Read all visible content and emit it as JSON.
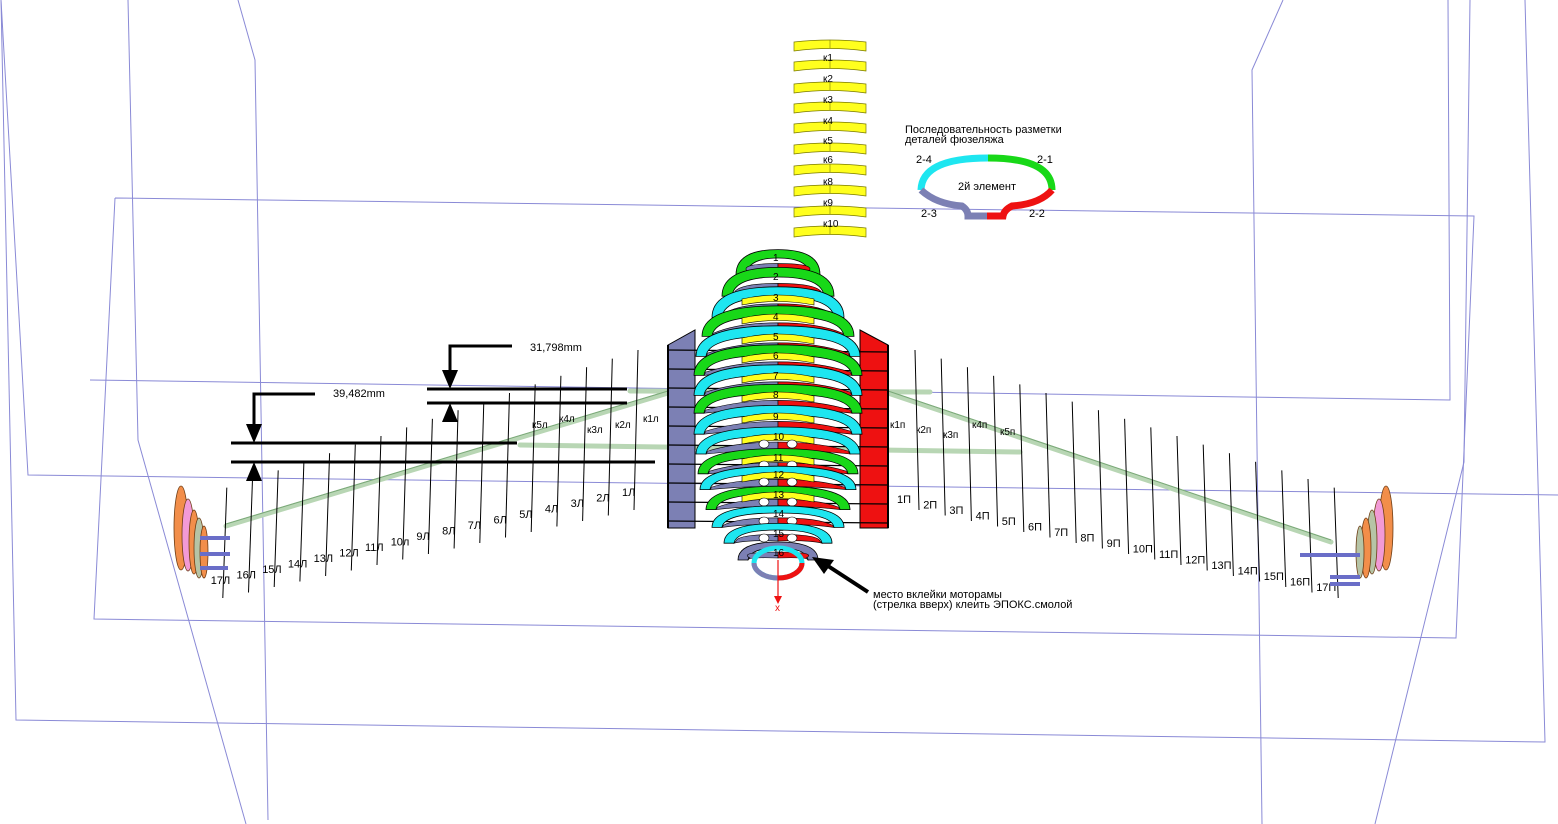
{
  "colors": {
    "green": "#18d818",
    "cyan": "#1ee6f0",
    "red": "#ee1111",
    "slate": "#7c80b4",
    "yellow": "#ffff1e",
    "rib": "#000000",
    "frame": "#8a8ad6",
    "rod": "#cfe6cc",
    "orange": "#f28e4a",
    "pink": "#f29ad6",
    "sage": "#b6c4a6"
  },
  "legend": {
    "title_line1": "Последовательность  разметки",
    "title_line2": "деталей фюзеляжа",
    "element_label": "2й элемент",
    "q1": "2-1",
    "q2": "2-2",
    "q3": "2-3",
    "q4": "2-4"
  },
  "keel_labels": [
    "к1",
    "к2",
    "к3",
    "к4",
    "к5",
    "к6",
    "к8",
    "к9",
    "к10"
  ],
  "frame_numbers": [
    "1",
    "2",
    "3",
    "4",
    "5",
    "6",
    "7",
    "8",
    "9",
    "10",
    "11",
    "12",
    "13",
    "14",
    "15",
    "16"
  ],
  "left_ribs": [
    "1Л",
    "2Л",
    "3Л",
    "4Л",
    "5Л",
    "6Л",
    "7Л",
    "8Л",
    "9Л",
    "10л",
    "11Л",
    "12Л",
    "13Л",
    "14Л",
    "15Л",
    "16Л",
    "17Л"
  ],
  "right_ribs": [
    "1П",
    "2П",
    "3П",
    "4П",
    "5П",
    "6П",
    "7П",
    "8П",
    "9П",
    "10П",
    "11П",
    "12П",
    "13П",
    "14П",
    "15П",
    "16П",
    "17П"
  ],
  "left_keel": [
    "к1л",
    "к2л",
    "к3л",
    "к4л",
    "к5л"
  ],
  "right_keel": [
    "к1п",
    "к2п",
    "к3п",
    "к4п",
    "к5п"
  ],
  "dim1": "31,798mm",
  "dim2": "39,482mm",
  "note_line1": "место вклейки моторамы",
  "note_line2": "(стрелка вверх)  клеить ЭПОКС.смолой",
  "axis_label": "x"
}
